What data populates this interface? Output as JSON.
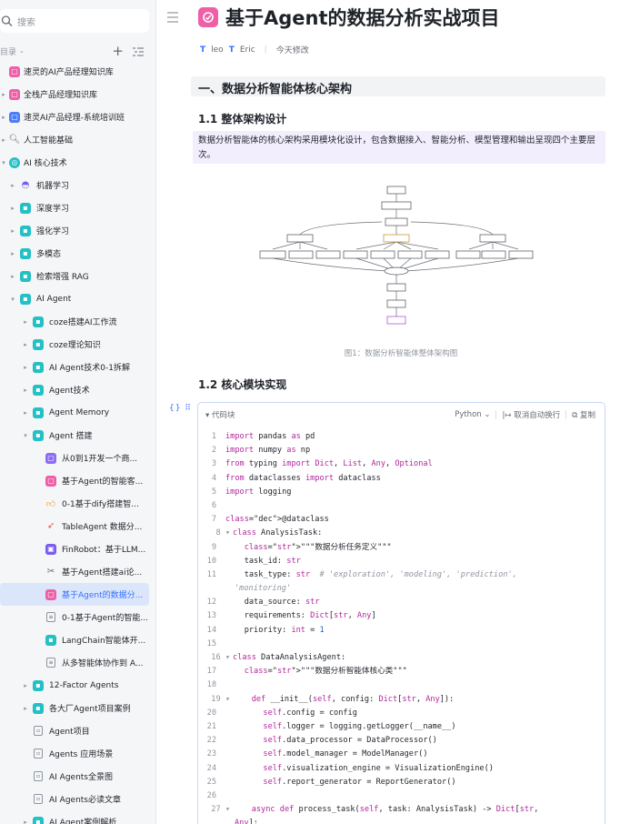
{
  "sidebar": {
    "search_placeholder": "搜索",
    "section_label": "目录",
    "items": [
      {
        "label": "速灵的AI产品经理知识库"
      },
      {
        "label": "全栈产品经理知识库"
      },
      {
        "label": "速灵AI产品经理-系统培训班"
      },
      {
        "label": "人工智能基础"
      },
      {
        "label": "AI 核心技术"
      },
      {
        "label": "机器学习"
      },
      {
        "label": "深度学习"
      },
      {
        "label": "强化学习"
      },
      {
        "label": "多模态"
      },
      {
        "label": "检索增强 RAG"
      },
      {
        "label": "AI Agent"
      },
      {
        "label": "coze搭建AI工作流"
      },
      {
        "label": "coze理论知识"
      },
      {
        "label": "AI Agent技术0-1拆解"
      },
      {
        "label": "Agent技术"
      },
      {
        "label": "Agent Memory"
      },
      {
        "label": "Agent 搭建"
      },
      {
        "label": "从0到1开发一个商..."
      },
      {
        "label": "基于Agent的智能客..."
      },
      {
        "label": "0-1基于dify搭建智..."
      },
      {
        "label": "TableAgent 数据分..."
      },
      {
        "label": "FinRobot：基于LLM..."
      },
      {
        "label": "基于Agent搭建ai论..."
      },
      {
        "label": "基于Agent的数据分..."
      },
      {
        "label": "0-1基于Agent的智能..."
      },
      {
        "label": "LangChain智能体开..."
      },
      {
        "label": "从多智能体协作到 A..."
      },
      {
        "label": "12-Factor Agents"
      },
      {
        "label": "各大厂Agent项目案例"
      },
      {
        "label": "Agent项目"
      },
      {
        "label": "Agents 应用场景"
      },
      {
        "label": "AI Agents全景图"
      },
      {
        "label": "AI Agents必读文章"
      },
      {
        "label": "AI Agent案例解析"
      }
    ]
  },
  "doc": {
    "title": "基于Agent的数据分析实战项目",
    "authors": [
      "leo",
      "Eric"
    ],
    "modified": "今天修改",
    "h1": "一、数据分析智能体核心架构",
    "h2_1": "1.1 整体架构设计",
    "para": "数据分析智能体的核心架构采用模块化设计，包含数据接入、智能分析、模型管理和输出呈现四个主要层次。",
    "caption": "图1：数据分析智能体整体架构图",
    "h2_2": "1.2 核心模块实现"
  },
  "code": {
    "header_label": "代码块",
    "language": "Python",
    "wrap_toggle": "取消自动换行",
    "copy": "复制",
    "lines": [
      {
        "no": "1",
        "text": "import pandas as pd"
      },
      {
        "no": "2",
        "text": "import numpy as np"
      },
      {
        "no": "3",
        "text": "from typing import Dict, List, Any, Optional"
      },
      {
        "no": "4",
        "text": "from dataclasses import dataclass"
      },
      {
        "no": "5",
        "text": "import logging"
      },
      {
        "no": "6",
        "text": ""
      },
      {
        "no": "7",
        "text": "@dataclass"
      },
      {
        "no": "8",
        "text": "class AnalysisTask:"
      },
      {
        "no": "9",
        "text": "    \"\"\"数据分析任务定义\"\"\""
      },
      {
        "no": "10",
        "text": "    task_id: str"
      },
      {
        "no": "11",
        "text": "    task_type: str  # 'exploration', 'modeling', 'prediction',"
      },
      {
        "no": "",
        "text": "'monitoring'"
      },
      {
        "no": "12",
        "text": "    data_source: str"
      },
      {
        "no": "13",
        "text": "    requirements: Dict[str, Any]"
      },
      {
        "no": "14",
        "text": "    priority: int = 1"
      },
      {
        "no": "15",
        "text": ""
      },
      {
        "no": "16",
        "text": "class DataAnalysisAgent:"
      },
      {
        "no": "17",
        "text": "    \"\"\"数据分析智能体核心类\"\"\""
      },
      {
        "no": "18",
        "text": ""
      },
      {
        "no": "19",
        "text": "    def __init__(self, config: Dict[str, Any]):"
      },
      {
        "no": "20",
        "text": "        self.config = config"
      },
      {
        "no": "21",
        "text": "        self.logger = logging.getLogger(__name__)"
      },
      {
        "no": "22",
        "text": "        self.data_processor = DataProcessor()"
      },
      {
        "no": "23",
        "text": "        self.model_manager = ModelManager()"
      },
      {
        "no": "24",
        "text": "        self.visualization_engine = VisualizationEngine()"
      },
      {
        "no": "25",
        "text": "        self.report_generator = ReportGenerator()"
      },
      {
        "no": "26",
        "text": ""
      },
      {
        "no": "27",
        "text": "    async def process_task(self, task: AnalysisTask) -> Dict[str,"
      },
      {
        "no": "",
        "text": "Any]:"
      }
    ]
  },
  "colors": {
    "accent": "#3370ff",
    "title_icon": "#ee5fa6",
    "active_item_bg": "#dbe6fb",
    "diagram_box": "#4c4f55",
    "diagram_highlight": "#a03fd6"
  }
}
